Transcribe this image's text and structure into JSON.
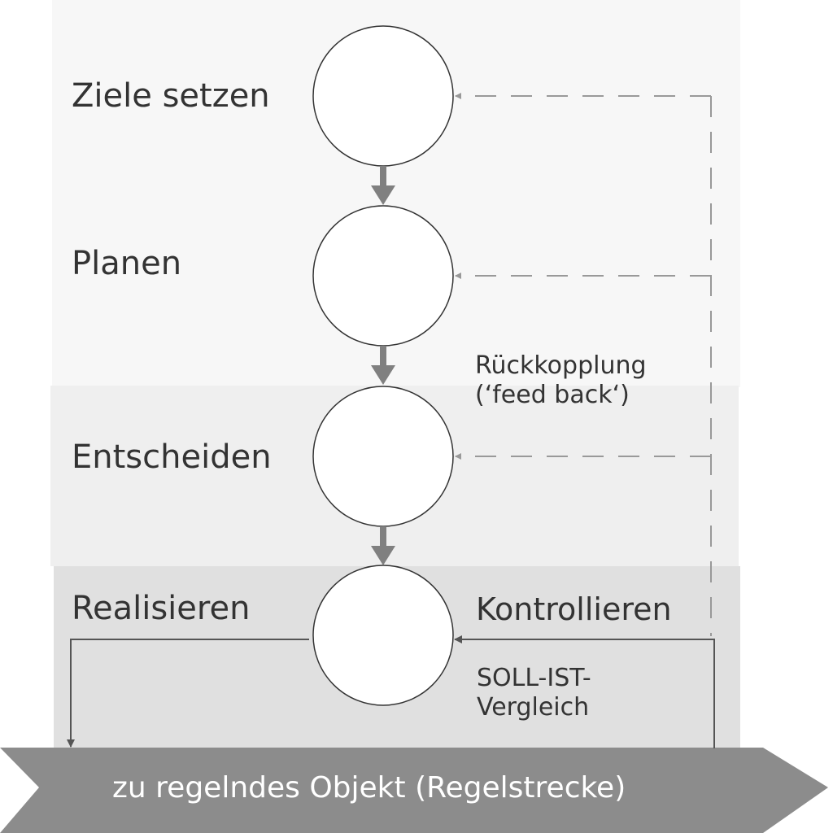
{
  "stages": {
    "ziele": "Ziele setzen",
    "planen": "Planen",
    "entscheiden": "Entscheiden",
    "realisieren": "Realisieren"
  },
  "control": {
    "kontrollieren": "Kontrollieren",
    "soll_line1": "SOLL-IST-",
    "soll_line2": "Vergleich"
  },
  "feedback": {
    "line1": "Rückkopplung",
    "line2": "(‘feed back‘)"
  },
  "object_label": "zu regelndes Objekt (Regelstrecke)",
  "colors": {
    "arrow": "#808080",
    "dash": "#999999",
    "band_light": "#f7f7f7",
    "band_mid": "#efefef",
    "band_dark": "#e0e0e0",
    "object_bar": "#8c8c8c",
    "text": "#333333"
  }
}
